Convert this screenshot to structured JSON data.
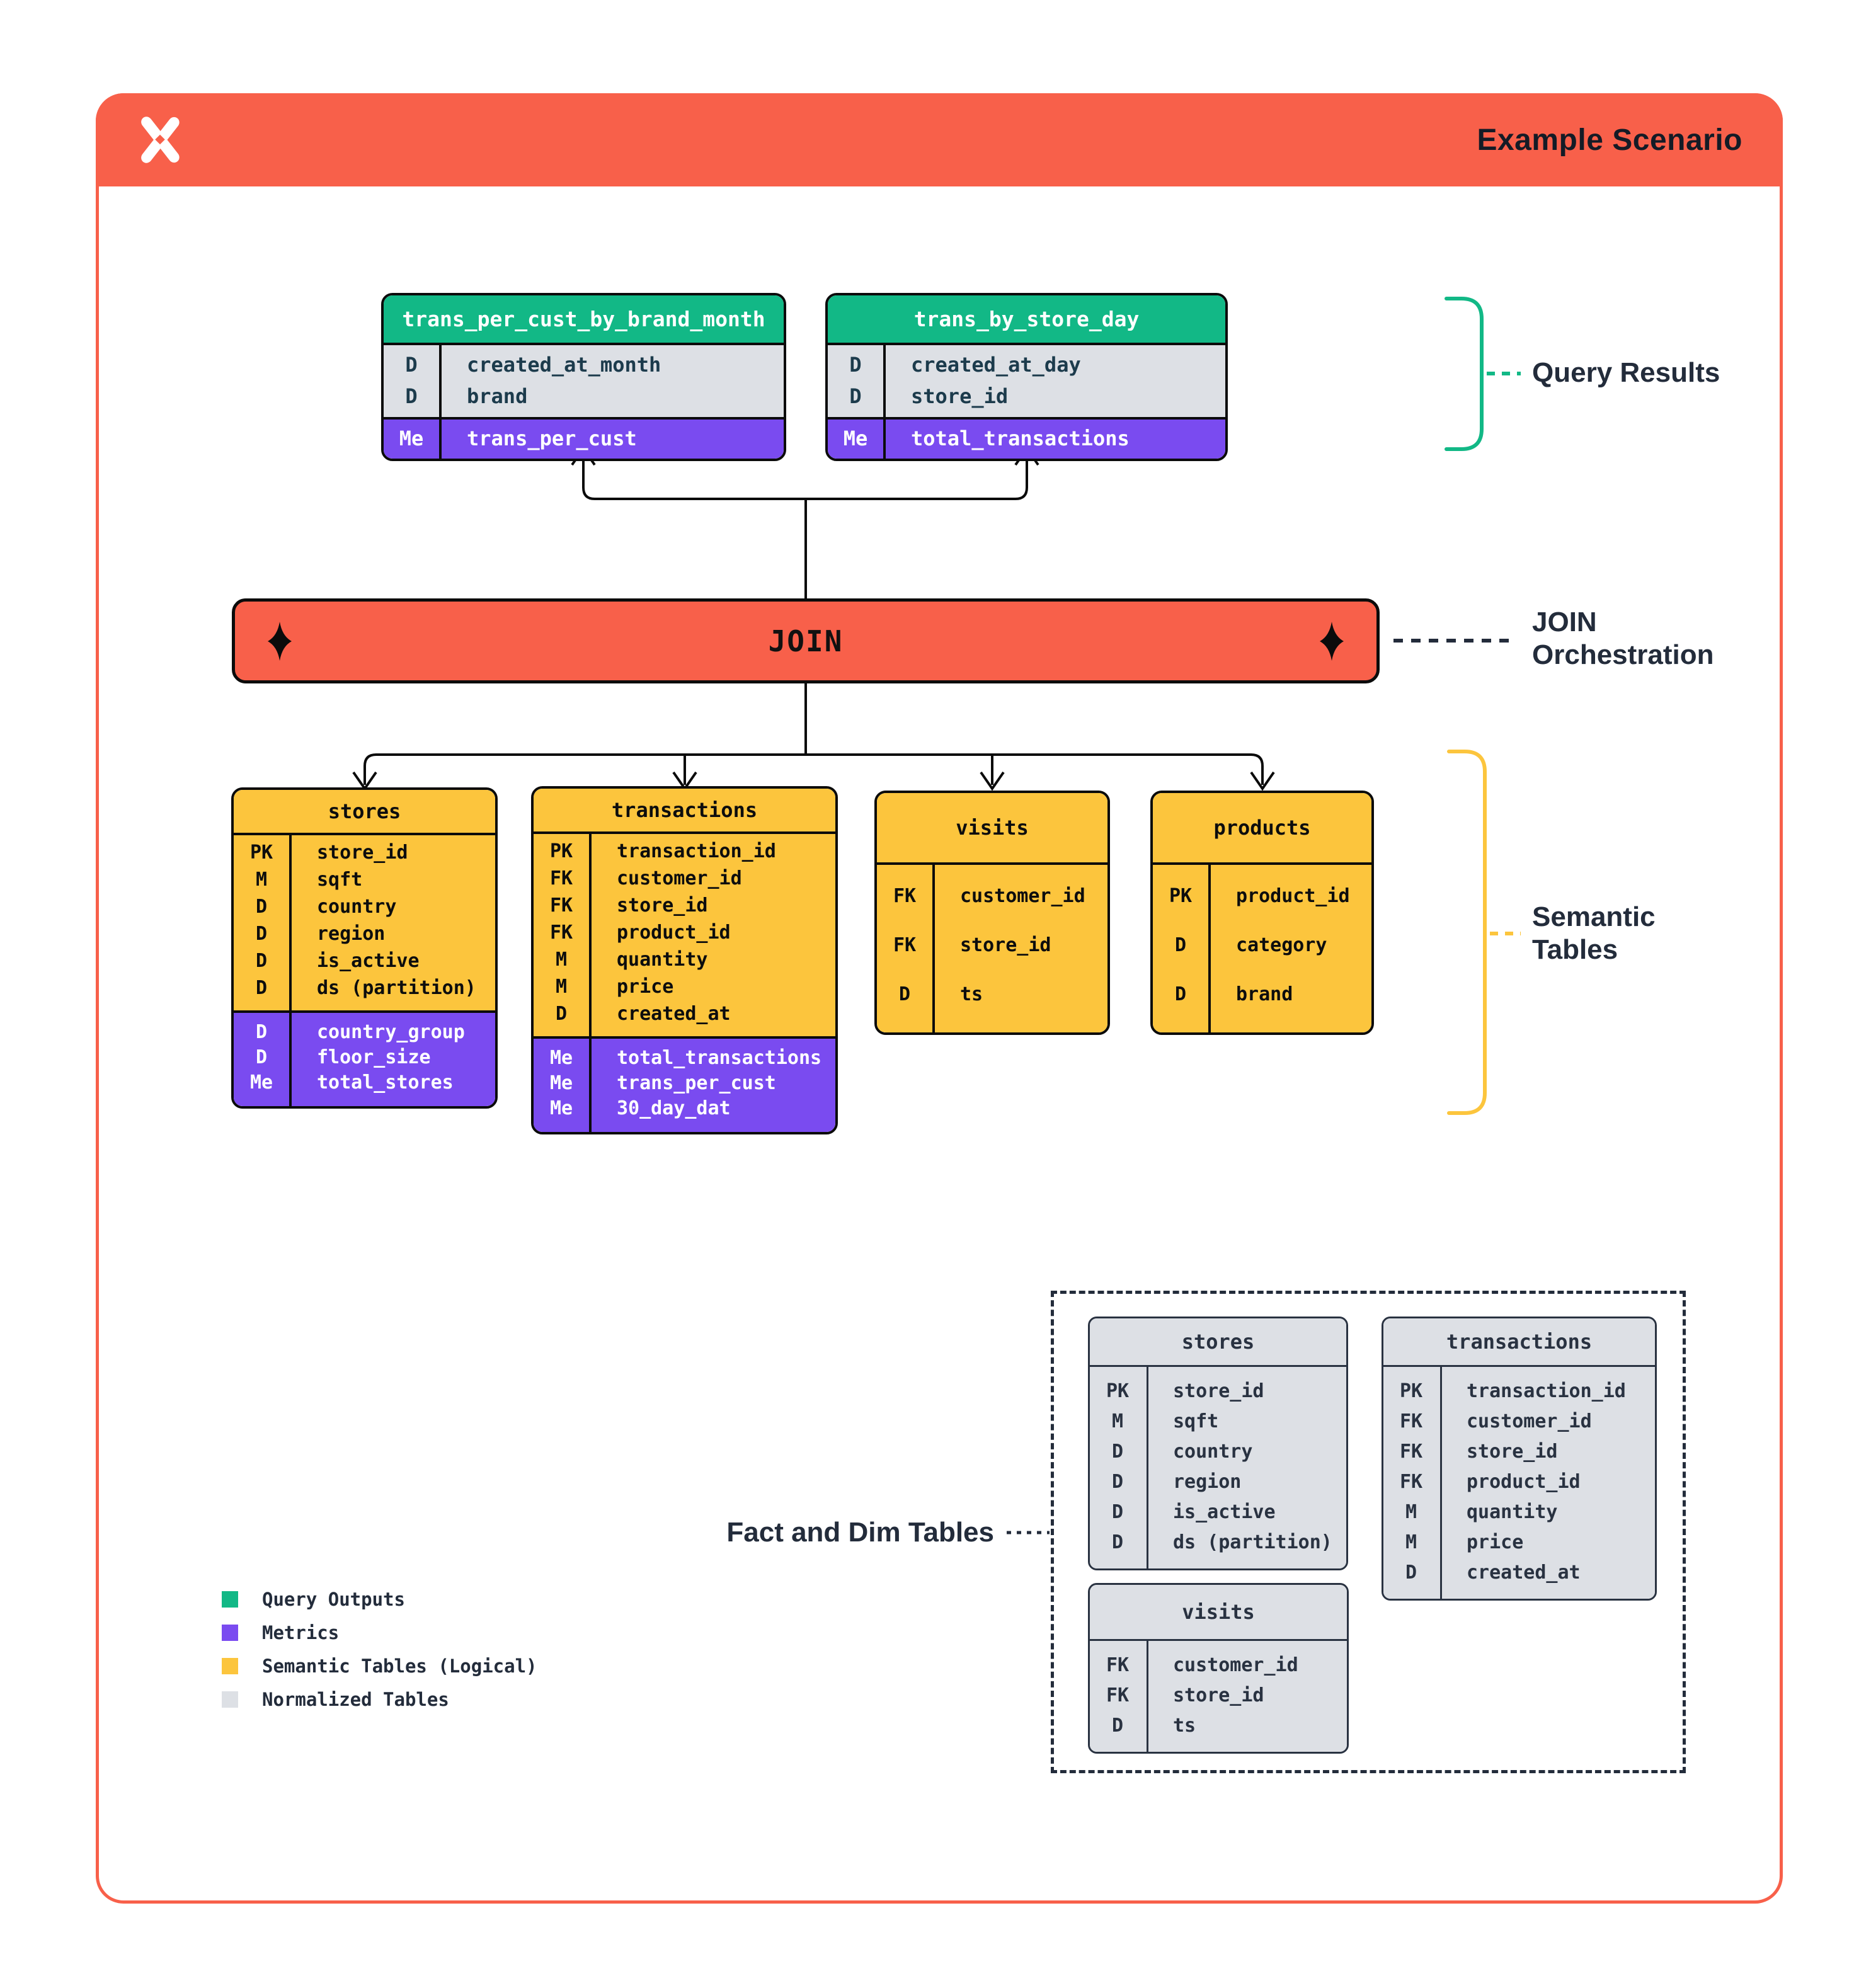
{
  "header": {
    "title": "Example Scenario",
    "logo": "four-point-star-logo"
  },
  "colors": {
    "accent_orange": "#F8604A",
    "query_output_green": "#12B886",
    "metric_purple": "#7A4BF0",
    "semantic_yellow": "#FCC53D",
    "normalized_gray": "#DDE0E5",
    "label_navy": "#232C3B",
    "line_black": "#0B0B0B"
  },
  "join": {
    "label": "JOIN"
  },
  "annotations": {
    "query_results": "Query Results",
    "join_orchestration": "JOIN\nOrchestration",
    "semantic_tables": "Semantic\nTables",
    "fact_and_dim": "Fact and Dim Tables"
  },
  "query_tables": [
    {
      "name": "trans_per_cust_by_brand_month",
      "rows": [
        {
          "k": "D",
          "v": "created_at_month",
          "metric": false
        },
        {
          "k": "D",
          "v": "brand",
          "metric": false
        },
        {
          "k": "Me",
          "v": "trans_per_cust",
          "metric": true
        }
      ]
    },
    {
      "name": "trans_by_store_day",
      "rows": [
        {
          "k": "D",
          "v": "created_at_day",
          "metric": false
        },
        {
          "k": "D",
          "v": "store_id",
          "metric": false
        },
        {
          "k": "Me",
          "v": "total_transactions",
          "metric": true
        }
      ]
    }
  ],
  "semantic_tables": [
    {
      "name": "stores",
      "rows": [
        {
          "k": "PK",
          "v": "store_id",
          "metric": false
        },
        {
          "k": "M",
          "v": "sqft",
          "metric": false
        },
        {
          "k": "D",
          "v": "country",
          "metric": false
        },
        {
          "k": "D",
          "v": "region",
          "metric": false
        },
        {
          "k": "D",
          "v": "is_active",
          "metric": false
        },
        {
          "k": "D",
          "v": "ds (partition)",
          "metric": false
        },
        {
          "k": "D",
          "v": "country_group",
          "metric": true
        },
        {
          "k": "D",
          "v": "floor_size",
          "metric": true
        },
        {
          "k": "Me",
          "v": "total_stores",
          "metric": true
        }
      ]
    },
    {
      "name": "transactions",
      "rows": [
        {
          "k": "PK",
          "v": "transaction_id",
          "metric": false
        },
        {
          "k": "FK",
          "v": "customer_id",
          "metric": false
        },
        {
          "k": "FK",
          "v": "store_id",
          "metric": false
        },
        {
          "k": "FK",
          "v": "product_id",
          "metric": false
        },
        {
          "k": "M",
          "v": "quantity",
          "metric": false
        },
        {
          "k": "M",
          "v": "price",
          "metric": false
        },
        {
          "k": "D",
          "v": "created_at",
          "metric": false
        },
        {
          "k": "Me",
          "v": "total_transactions",
          "metric": true
        },
        {
          "k": "Me",
          "v": "trans_per_cust",
          "metric": true
        },
        {
          "k": "Me",
          "v": "30_day_dat",
          "metric": true
        }
      ]
    },
    {
      "name": "visits",
      "rows": [
        {
          "k": "FK",
          "v": "customer_id",
          "metric": false
        },
        {
          "k": "FK",
          "v": "store_id",
          "metric": false
        },
        {
          "k": "D",
          "v": "ts",
          "metric": false
        }
      ]
    },
    {
      "name": "products",
      "rows": [
        {
          "k": "PK",
          "v": "product_id",
          "metric": false
        },
        {
          "k": "D",
          "v": "category",
          "metric": false
        },
        {
          "k": "D",
          "v": "brand",
          "metric": false
        }
      ]
    }
  ],
  "normalized_tables": [
    {
      "name": "stores",
      "rows": [
        {
          "k": "PK",
          "v": "store_id",
          "metric": false
        },
        {
          "k": "M",
          "v": "sqft",
          "metric": false
        },
        {
          "k": "D",
          "v": "country",
          "metric": false
        },
        {
          "k": "D",
          "v": "region",
          "metric": false
        },
        {
          "k": "D",
          "v": "is_active",
          "metric": false
        },
        {
          "k": "D",
          "v": "ds (partition)",
          "metric": false
        }
      ]
    },
    {
      "name": "transactions",
      "rows": [
        {
          "k": "PK",
          "v": "transaction_id",
          "metric": false
        },
        {
          "k": "FK",
          "v": "customer_id",
          "metric": false
        },
        {
          "k": "FK",
          "v": "store_id",
          "metric": false
        },
        {
          "k": "FK",
          "v": "product_id",
          "metric": false
        },
        {
          "k": "M",
          "v": "quantity",
          "metric": false
        },
        {
          "k": "M",
          "v": "price",
          "metric": false
        },
        {
          "k": "D",
          "v": "created_at",
          "metric": false
        }
      ]
    },
    {
      "name": "visits",
      "rows": [
        {
          "k": "FK",
          "v": "customer_id",
          "metric": false
        },
        {
          "k": "FK",
          "v": "store_id",
          "metric": false
        },
        {
          "k": "D",
          "v": "ts",
          "metric": false
        }
      ]
    }
  ],
  "legend": {
    "items": [
      {
        "label": "Query Outputs",
        "color": "#12B886"
      },
      {
        "label": "Metrics",
        "color": "#7A4BF0"
      },
      {
        "label": "Semantic Tables (Logical)",
        "color": "#FCC53D"
      },
      {
        "label": "Normalized Tables",
        "color": "#DDE0E5"
      }
    ]
  }
}
